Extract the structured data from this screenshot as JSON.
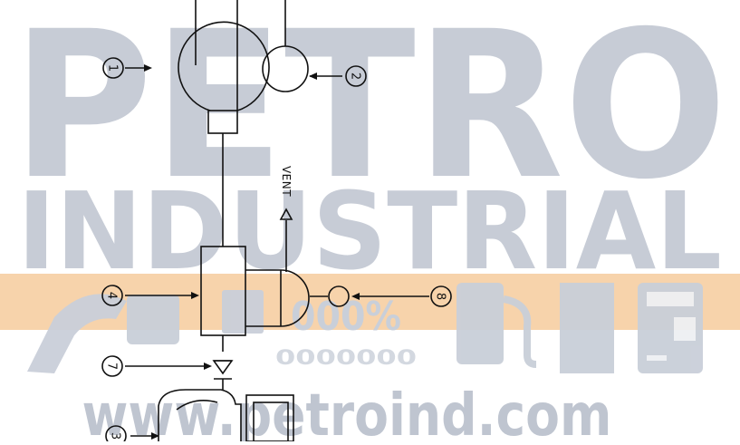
{
  "watermark": {
    "line1": "PETRO",
    "line2": "INDUSTRIAL",
    "website": "www.petroind.com",
    "counter_display": "000%",
    "counter_digits": "0000000",
    "brand_gray": "#c7ccd6",
    "banner_orange": "#f3c088",
    "website_gray": "#bfc5d0"
  },
  "diagram": {
    "stroke_color": "#111111",
    "callouts": {
      "c1": "1",
      "c2": "2",
      "c3": "3",
      "c4": "4",
      "c7": "7",
      "c8": "8"
    },
    "vent_label": "VENT"
  }
}
